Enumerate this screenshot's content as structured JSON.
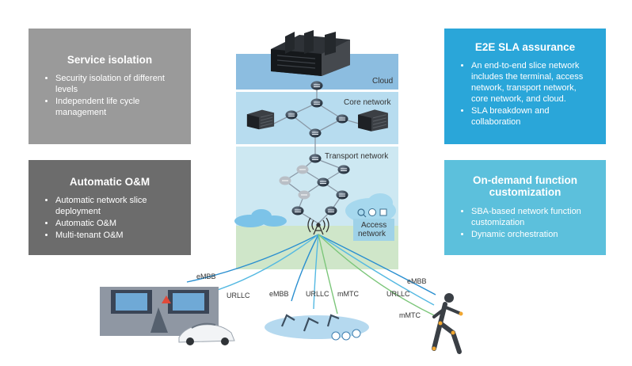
{
  "service_isolation": {
    "title": "Service isolation",
    "items": [
      "Security isolation of different levels",
      "Independent life cycle management"
    ]
  },
  "automatic_om": {
    "title": "Automatic O&M",
    "items": [
      "Automatic network slice deployment",
      "Automatic O&M",
      "Multi-tenant O&M"
    ]
  },
  "e2e_sla": {
    "title": "E2E SLA assurance",
    "items": [
      "An end-to-end slice network includes the terminal, access network, transport network, core network, and cloud.",
      "SLA breakdown and collaboration"
    ]
  },
  "on_demand": {
    "title": "On-demand function customization",
    "items": [
      "SBA-based network function customization",
      "Dynamic orchestration"
    ]
  },
  "layers": {
    "cloud": "Cloud",
    "core": "Core network",
    "transport": "Transport network",
    "access_line1": "Access",
    "access_line2": "network"
  },
  "links": {
    "car_embb": "eMBB",
    "car_urllc": "URLLC",
    "robot_embb": "eMBB",
    "robot_urllc": "URLLC",
    "robot_mmtc": "mMTC",
    "runner_embb": "eMBB",
    "runner_urllc": "URLLC",
    "runner_mmtc": "mMTC"
  },
  "colors": {
    "embb": "#2a8fd0",
    "urllc": "#55b9e2",
    "mmtc": "#7cc67a",
    "cloud_band": "#8cbde0",
    "core_band": "#b7dcef",
    "transport_band": "#cde8f2",
    "access_band": "#cfe6c9"
  }
}
